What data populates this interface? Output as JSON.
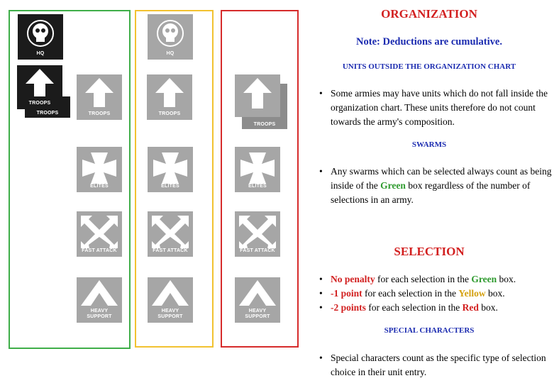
{
  "colors": {
    "green": "#3fae49",
    "yellow": "#f2c230",
    "red": "#d62b2b",
    "blue": "#1b2bb0",
    "heading_red": "#d21f1f"
  },
  "tiles": {
    "hq": "HQ",
    "troops": "TROOPS",
    "elites": "ELITES",
    "fast_attack": "FAST ATTACK",
    "heavy_support_1": "HEAVY",
    "heavy_support_2": "SUPPORT"
  },
  "icons": {
    "hq": "skull-icon",
    "troops": "up-arrow-icon",
    "elites": "cross-icon",
    "fast_attack": "crossed-arrows-icon",
    "heavy_support": "chevron-up-icon"
  },
  "organization": {
    "title": "ORGANIZATION",
    "note": "Note: Deductions are cumulative.",
    "units_heading": "UNITS OUTSIDE THE ORGANIZATION CHART",
    "units_text": "Some armies may have units which do not fall inside the organization chart.  These units therefore do not count towards the army's composition.",
    "swarms_heading": "SWARMS",
    "swarms_pre": "Any swarms which can be selected always count as being inside of the ",
    "swarms_green": "Green",
    "swarms_post": " box regardless of the number of selections in an army."
  },
  "selection": {
    "title": "SELECTION",
    "items": [
      {
        "em": "No penalty",
        "mid": " for each selection in the ",
        "color_word": "Green",
        "end": " box."
      },
      {
        "em": "-1 point",
        "mid": " for each selection in the ",
        "color_word": "Yellow",
        "end": " box."
      },
      {
        "em": "-2 points",
        "mid": " for each selection in the ",
        "color_word": "Red",
        "end": " box."
      }
    ],
    "special_heading": "SPECIAL CHARACTERS",
    "special_text": "Special characters count as the specific type of selection choice in their unit entry."
  }
}
